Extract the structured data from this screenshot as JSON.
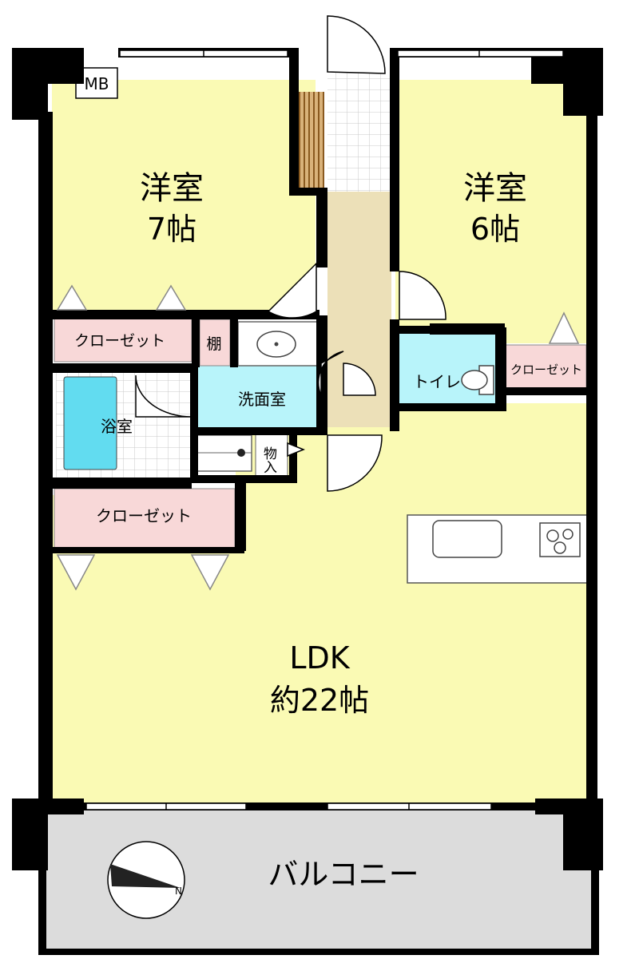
{
  "rooms": {
    "western_7": {
      "name": "洋室",
      "size": "7帖"
    },
    "western_6": {
      "name": "洋室",
      "size": "6帖"
    },
    "ldk": {
      "name": "LDK",
      "size": "約22帖"
    },
    "bath": {
      "name": "浴室"
    },
    "washroom": {
      "name": "洗面室"
    },
    "toilet": {
      "name": "トイレ"
    },
    "balcony": {
      "name": "バルコニー"
    }
  },
  "storage": {
    "mb": "MB",
    "closet_left_upper": "クローゼット",
    "closet_left_lower": "クローゼット",
    "closet_right": "クローゼット",
    "shelf": "棚",
    "storage_small": "物入"
  },
  "colors": {
    "room_fill": "#fafab4",
    "hall_fill": "#ece0b8",
    "wet_fill": "#b8f4fa",
    "bathtub": "#62dcf0",
    "closet_fill": "#f8d8d8",
    "balcony_fill": "#dcdcdc",
    "wall": "#000000"
  }
}
